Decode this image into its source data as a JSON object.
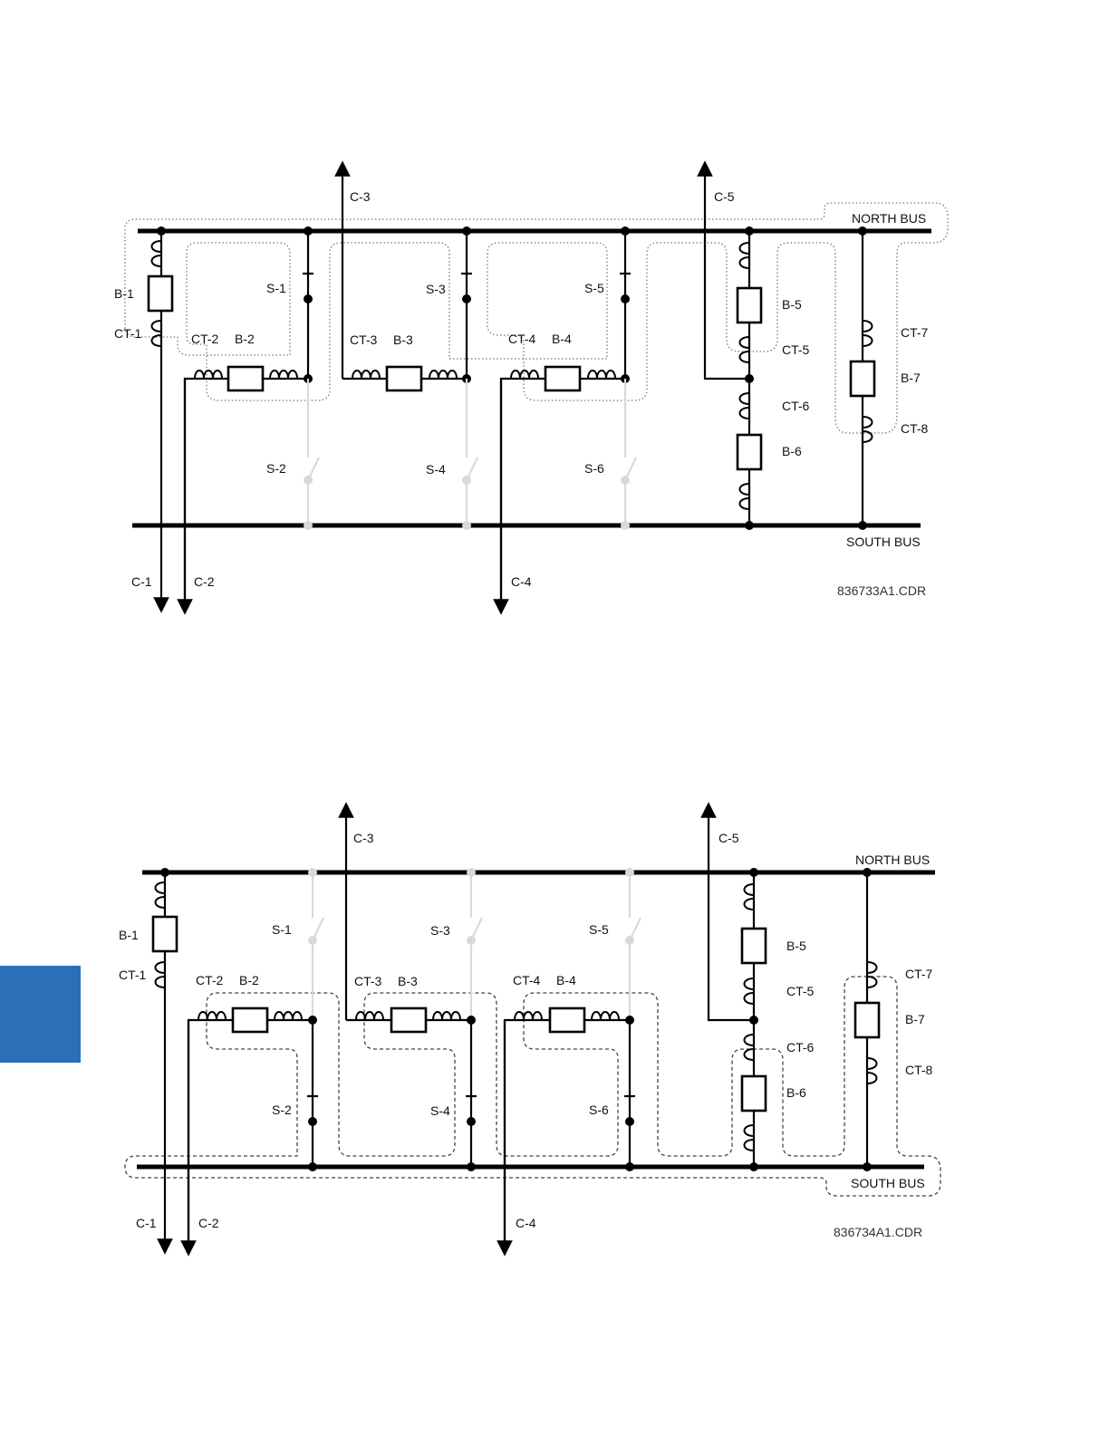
{
  "page": {
    "side_tab_color": "#2a6fb8"
  },
  "diagram_top": {
    "north_bus": "NORTH BUS",
    "south_bus": "SOUTH BUS",
    "circuits": {
      "c1": "C-1",
      "c2": "C-2",
      "c3": "C-3",
      "c4": "C-4",
      "c5": "C-5"
    },
    "breakers": {
      "b1": "B-1",
      "b2": "B-2",
      "b3": "B-3",
      "b4": "B-4",
      "b5": "B-5",
      "b6": "B-6",
      "b7": "B-7"
    },
    "cts": {
      "ct1": "CT-1",
      "ct2": "CT-2",
      "ct3": "CT-3",
      "ct4": "CT-4",
      "ct5": "CT-5",
      "ct6": "CT-6",
      "ct7": "CT-7",
      "ct8": "CT-8"
    },
    "switches": {
      "s1": "S-1",
      "s2": "S-2",
      "s3": "S-3",
      "s4": "S-4",
      "s5": "S-5",
      "s6": "S-6"
    },
    "file_id": "836733A1.CDR"
  },
  "diagram_bottom": {
    "north_bus": "NORTH BUS",
    "south_bus": "SOUTH BUS",
    "circuits": {
      "c1": "C-1",
      "c2": "C-2",
      "c3": "C-3",
      "c4": "C-4",
      "c5": "C-5"
    },
    "breakers": {
      "b1": "B-1",
      "b2": "B-2",
      "b3": "B-3",
      "b4": "B-4",
      "b5": "B-5",
      "b6": "B-6",
      "b7": "B-7"
    },
    "cts": {
      "ct1": "CT-1",
      "ct2": "CT-2",
      "ct3": "CT-3",
      "ct4": "CT-4",
      "ct5": "CT-5",
      "ct6": "CT-6",
      "ct7": "CT-7",
      "ct8": "CT-8"
    },
    "switches": {
      "s1": "S-1",
      "s2": "S-2",
      "s3": "S-3",
      "s4": "S-4",
      "s5": "S-5",
      "s6": "S-6"
    },
    "file_id": "836734A1.CDR"
  }
}
